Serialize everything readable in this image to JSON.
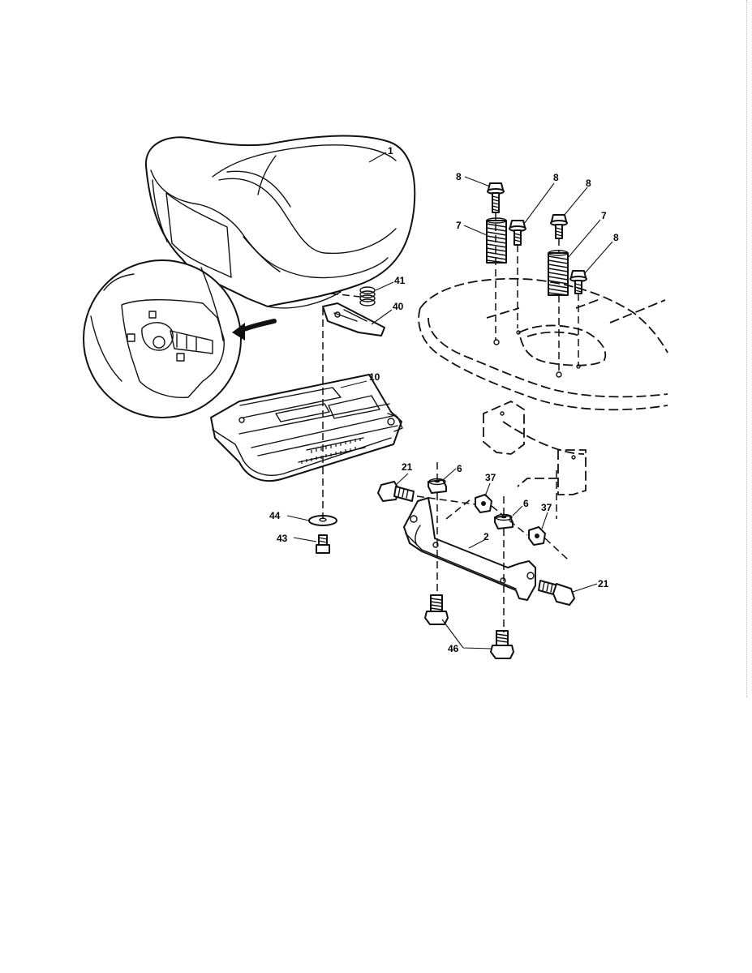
{
  "labels": {
    "seat": "1",
    "bolt_a": "8",
    "bolt_b": "8",
    "bolt_c": "8",
    "bolt_d": "8",
    "spring_left": "7",
    "spring_right": "7",
    "spring_small": "41",
    "latch_plate": "40",
    "seat_pan": "10",
    "washer": "44",
    "screw": "43",
    "bolt_left": "21",
    "bolt_right": "21",
    "nut_left": "6",
    "nut_right": "6",
    "locknut_left": "37",
    "locknut_right": "37",
    "bracket": "2",
    "bolt_bottom": "46"
  },
  "colors": {
    "line": "#111111",
    "background": "#ffffff"
  }
}
